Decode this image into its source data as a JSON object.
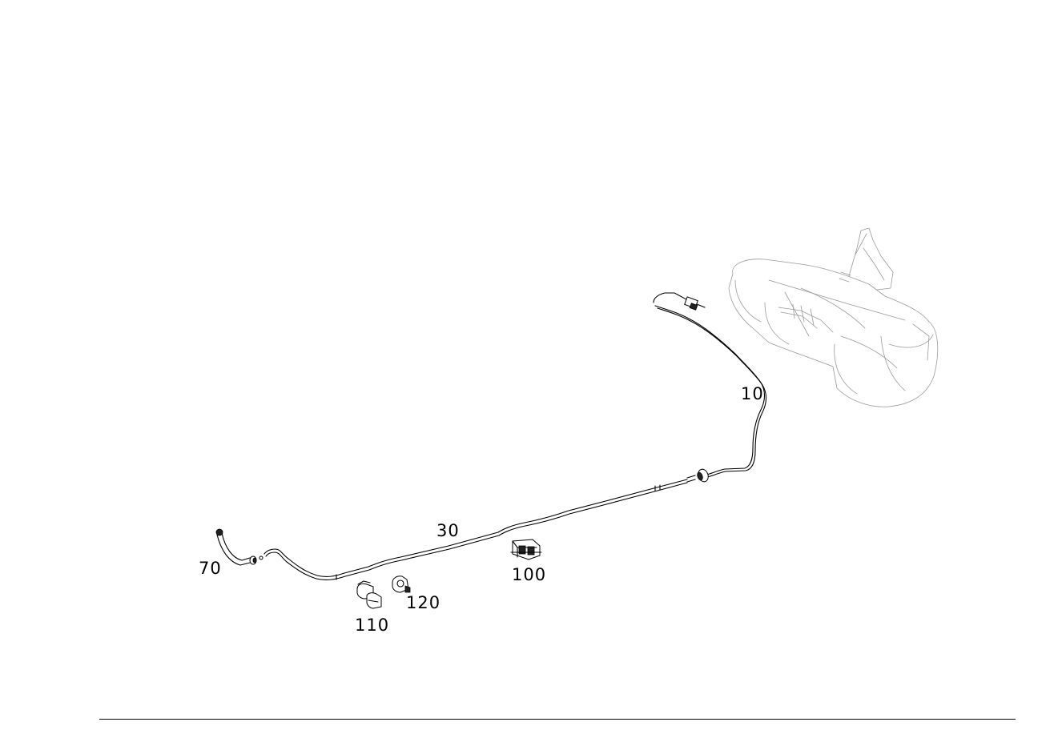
{
  "callouts": {
    "c10": "10",
    "c30": "30",
    "c70": "70",
    "c100": "100",
    "c110": "110",
    "c120": "120"
  }
}
